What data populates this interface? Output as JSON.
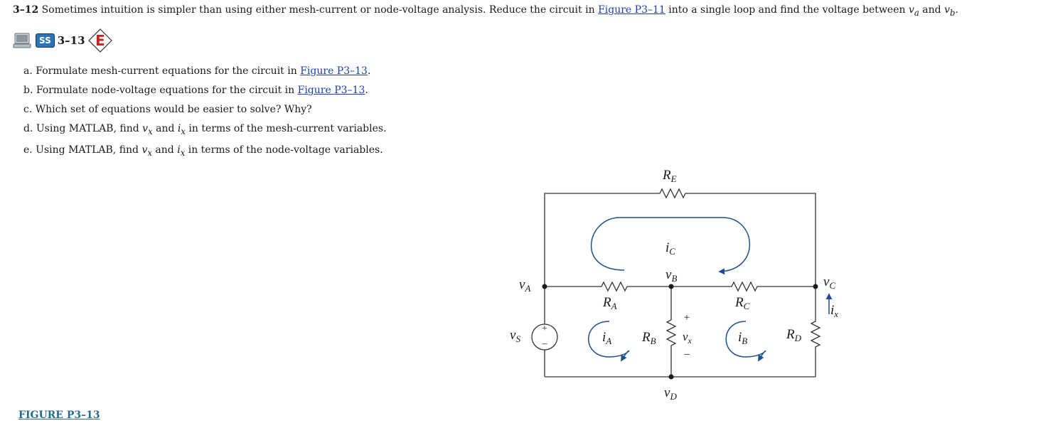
{
  "problem_12": {
    "number": "3–12",
    "text_before": " Sometimes intuition is simpler than using either mesh-current or node-voltage analysis. Reduce the circuit in ",
    "link": "Figure P3–11",
    "text_mid": " into a single loop and find the voltage between ",
    "va": "v",
    "va_sub": "a",
    "and": " and ",
    "vb": "v",
    "vb_sub": "b",
    "end": "."
  },
  "problem_13": {
    "ss_badge": "SS",
    "number": "3–13",
    "e_badge": "E",
    "parts": [
      {
        "prefix": "a. Formulate mesh-current equations for the circuit in ",
        "link": "Figure P3–13",
        "suffix": "."
      },
      {
        "prefix": "b. Formulate node-voltage equations for the circuit in ",
        "link": "Figure P3–13",
        "suffix": "."
      },
      {
        "text": "c. Which set of equations would be easier to solve? Why?"
      },
      {
        "prefix": "d. Using MATLAB, find ",
        "v": "v",
        "v_sub": "x",
        "and": " and ",
        "i": "i",
        "i_sub": "x",
        "suffix": " in terms of the mesh-current variables."
      },
      {
        "prefix": "e. Using MATLAB, find ",
        "v": "v",
        "v_sub": "x",
        "and": " and ",
        "i": "i",
        "i_sub": "x",
        "suffix": " in terms of the node-voltage variables."
      }
    ]
  },
  "figure_label": "FIGURE P3–13",
  "circuit": {
    "RE": {
      "main": "R",
      "sub": "E"
    },
    "iC": {
      "main": "i",
      "sub": "C"
    },
    "vB": {
      "main": "v",
      "sub": "B"
    },
    "vA": {
      "main": "v",
      "sub": "A"
    },
    "vC": {
      "main": "v",
      "sub": "C"
    },
    "RA": {
      "main": "R",
      "sub": "A"
    },
    "RC": {
      "main": "R",
      "sub": "C"
    },
    "ix": {
      "main": "i",
      "sub": "x"
    },
    "vS": {
      "main": "v",
      "sub": "S"
    },
    "iA": {
      "main": "i",
      "sub": "A"
    },
    "RB": {
      "main": "R",
      "sub": "B"
    },
    "vx": {
      "main": "v",
      "sub": "x"
    },
    "iB": {
      "main": "i",
      "sub": "B"
    },
    "RD": {
      "main": "R",
      "sub": "D"
    },
    "vD": {
      "main": "v",
      "sub": "D"
    },
    "plus": "+",
    "minus": "–"
  },
  "colors": {
    "link": "#1a3fb0",
    "ss_badge": "#2c73b3",
    "e_badge": "#c8201e",
    "mesh_arrow": "#1f4e8c",
    "figure_label": "#2a6a8a"
  }
}
